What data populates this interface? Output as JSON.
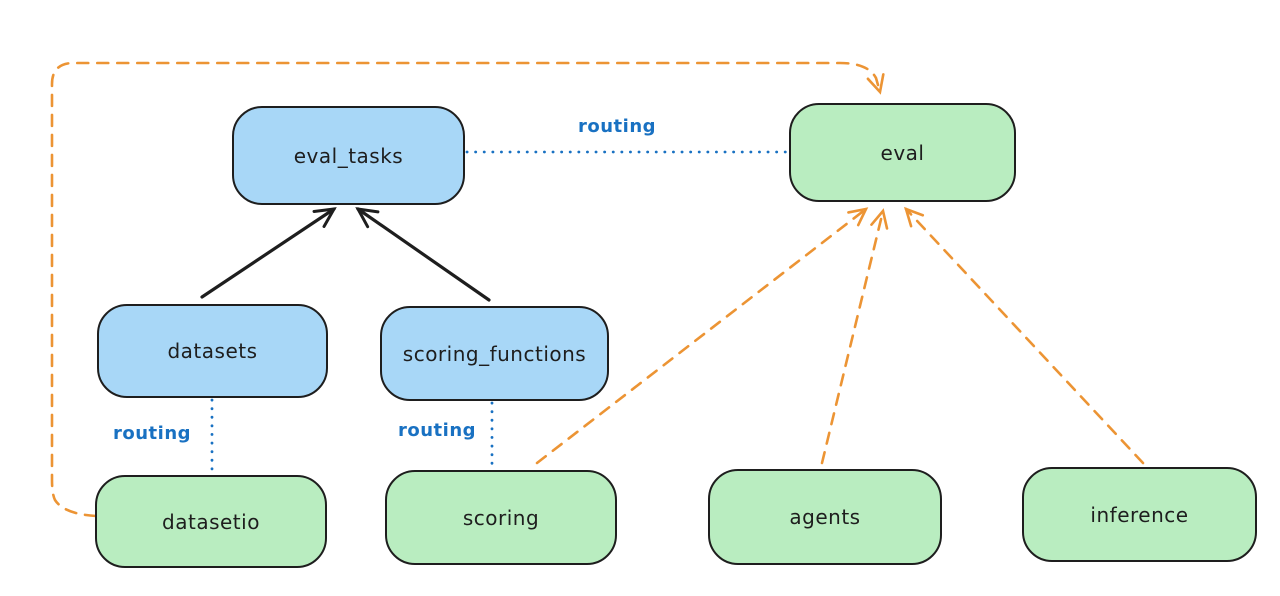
{
  "diagram": {
    "description": "provider routing diagram",
    "colors": {
      "background": "#ffffff",
      "blue_node_fill": "#a8d7f7",
      "green_node_fill": "#b9edc0",
      "node_stroke": "#1e1e1e",
      "routing_blue": "#1971c2",
      "orange_dashed": "#ec9434",
      "black_arrow": "#1e1e1e"
    },
    "nodes": [
      {
        "id": "eval_tasks",
        "label": "eval_tasks",
        "color": "blue"
      },
      {
        "id": "eval",
        "label": "eval",
        "color": "green"
      },
      {
        "id": "datasets",
        "label": "datasets",
        "color": "blue"
      },
      {
        "id": "scoring_functions",
        "label": "scoring_functions",
        "color": "blue"
      },
      {
        "id": "datasetio",
        "label": "datasetio",
        "color": "green"
      },
      {
        "id": "scoring",
        "label": "scoring",
        "color": "green"
      },
      {
        "id": "agents",
        "label": "agents",
        "color": "green"
      },
      {
        "id": "inference",
        "label": "inference",
        "color": "green"
      }
    ],
    "edges": [
      {
        "from": "datasets",
        "to": "eval_tasks",
        "style": "solid-black-arrow",
        "label": ""
      },
      {
        "from": "scoring_functions",
        "to": "eval_tasks",
        "style": "solid-black-arrow",
        "label": ""
      },
      {
        "from": "eval_tasks",
        "to": "eval",
        "style": "dotted-blue",
        "label": "routing"
      },
      {
        "from": "datasets",
        "to": "datasetio",
        "style": "dotted-blue",
        "label": "routing"
      },
      {
        "from": "scoring_functions",
        "to": "scoring",
        "style": "dotted-blue",
        "label": "routing"
      },
      {
        "from": "datasetio",
        "to": "eval",
        "style": "dashed-orange-arrow",
        "label": ""
      },
      {
        "from": "scoring",
        "to": "eval",
        "style": "dashed-orange-arrow",
        "label": ""
      },
      {
        "from": "agents",
        "to": "eval",
        "style": "dashed-orange-arrow",
        "label": ""
      },
      {
        "from": "inference",
        "to": "eval",
        "style": "dashed-orange-arrow",
        "label": ""
      }
    ]
  }
}
